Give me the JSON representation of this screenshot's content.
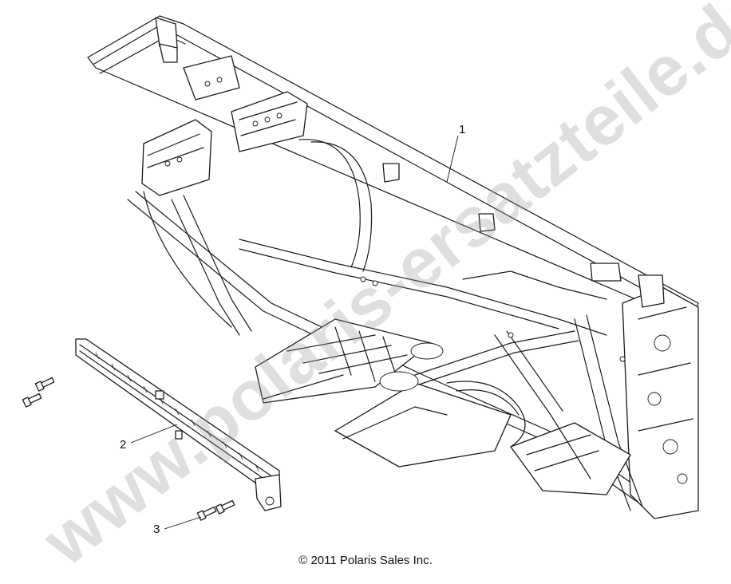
{
  "callouts": {
    "c1": "1",
    "c2": "2",
    "c3": "3"
  },
  "footer": {
    "copyright": "© 2011 Polaris Sales Inc."
  },
  "watermark": {
    "text": "www.polaris-ersatzteile.de"
  },
  "colors": {
    "line": "#1a1a1a",
    "watermark": "#969696",
    "background": "#ffffff"
  }
}
